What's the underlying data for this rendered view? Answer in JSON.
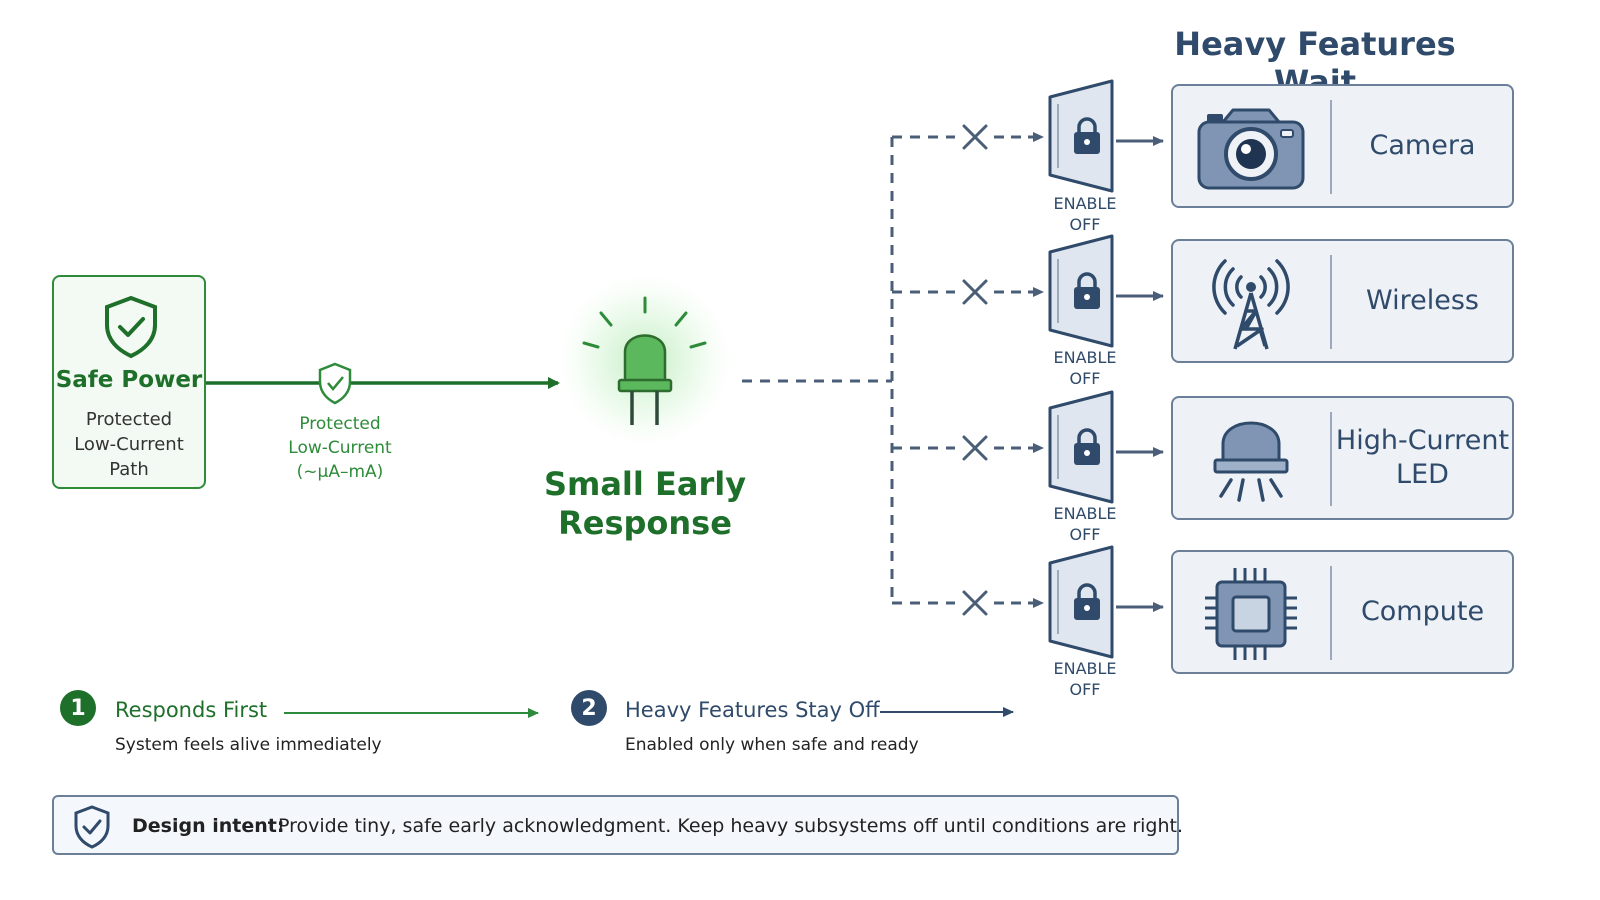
{
  "safe_power": {
    "title": "Safe Power",
    "subtitle_lines": [
      "Protected",
      "Low-Current",
      "Path"
    ]
  },
  "wire_label_lines": [
    "Protected",
    "Low-Current",
    "(~µA–mA)"
  ],
  "response": {
    "title_lines": [
      "Small Early",
      "Response"
    ]
  },
  "heavy_title": "Heavy Features Wait",
  "gates": [
    {
      "line1": "ENABLE",
      "line2": "OFF"
    },
    {
      "line1": "ENABLE",
      "line2": "OFF"
    },
    {
      "line1": "ENABLE",
      "line2": "OFF"
    },
    {
      "line1": "ENABLE",
      "line2": "OFF"
    }
  ],
  "features": [
    {
      "icon": "camera-icon",
      "label_lines": [
        "Camera"
      ]
    },
    {
      "icon": "wireless-tower-icon",
      "label_lines": [
        "Wireless"
      ]
    },
    {
      "icon": "high-current-led-icon",
      "label_lines": [
        "High-Current",
        "LED"
      ]
    },
    {
      "icon": "chip-icon",
      "label_lines": [
        "Compute"
      ]
    }
  ],
  "steps": [
    {
      "number": "1",
      "title": "Responds First",
      "description": "System feels alive immediately"
    },
    {
      "number": "2",
      "title": "Heavy Features Stay Off",
      "description": "Enabled only when safe and ready"
    }
  ],
  "design_intent": {
    "label": "Design intent:",
    "text": "Provide tiny, safe early acknowledgment.  Keep heavy subsystems off until conditions are right."
  },
  "colors": {
    "green_dark": "#1e6f2a",
    "green": "#2e8b3a",
    "led_green": "#5cb85c",
    "navy": "#2f4a6a",
    "slate": "#6b7f99"
  }
}
